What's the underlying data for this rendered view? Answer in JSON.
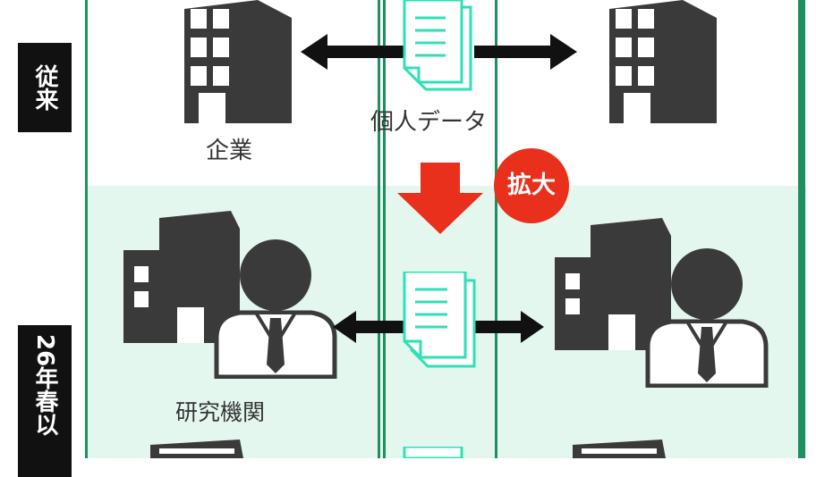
{
  "sections": {
    "previous": {
      "label": "従来"
    },
    "new": {
      "label": "26年春以"
    }
  },
  "entities": {
    "company_label": "企業",
    "research_label": "研究機関"
  },
  "center": {
    "data_label": "個人データ",
    "expand_badge": "拡大"
  },
  "colors": {
    "light_green_bg": "#e4f7ef",
    "divider_green": "#1f8f5f",
    "document_outline": "#2fe0b5",
    "building_gray": "#3a3a3a",
    "arrow_black": "#111111",
    "down_arrow_red": "#e8301c"
  },
  "icons": [
    "building-icon",
    "document-icon",
    "person-icon",
    "arrow-left-icon",
    "arrow-right-icon",
    "arrow-down-icon"
  ]
}
